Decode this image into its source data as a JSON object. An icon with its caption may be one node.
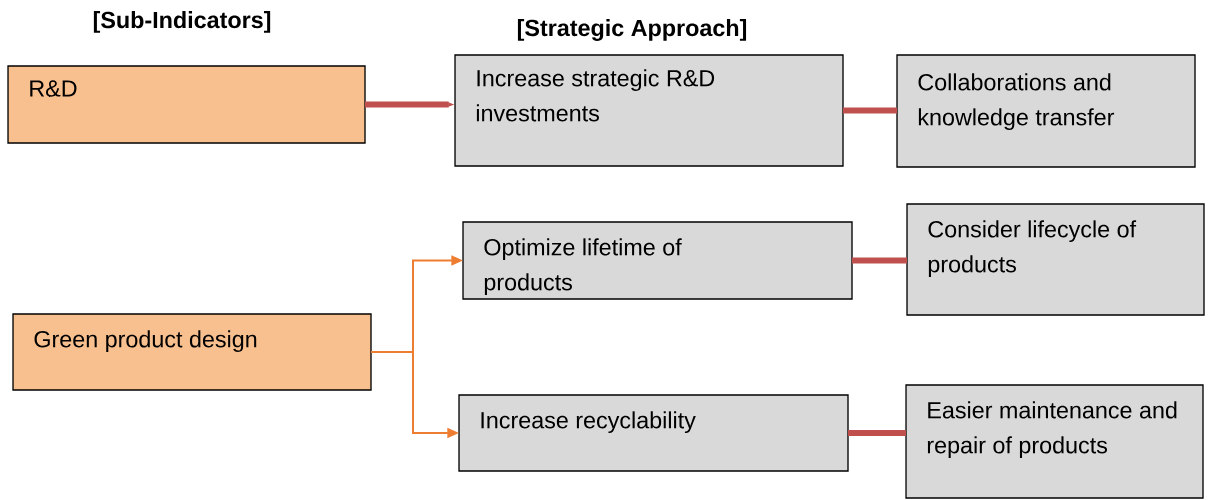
{
  "diagram": {
    "nodes": [
      {
        "text": [
          "R&D"
        ]
      },
      {
        "text": [
          "Increase strategic R&D investments"
        ]
      },
      {
        "text": [
          "Collaborations and knowledge transfer"
        ]
      },
      {
        "text": [
          "Green product design"
        ]
      },
      {
        "text": [
          "Optimize lifetime of products"
        ]
      },
      {
        "text": [
          "Consider lifecycle of products"
        ]
      },
      {
        "text": [
          "Increase recyclability"
        ]
      },
      {
        "text": [
          "Easier maintenance and repair of products"
        ]
      }
    ],
    "edges": [
      {
        "from": 0,
        "to": 1,
        "arrow": "to"
      },
      {
        "from": 1,
        "to": 2,
        "arrow": "none"
      },
      {
        "from": 3,
        "to": 4,
        "arrow": "to",
        "color": "#ed7d31"
      },
      {
        "from": 3,
        "to": 6,
        "arrow": "to",
        "color": "#ed7d31"
      },
      {
        "from": 4,
        "to": 5,
        "arrow": "none"
      },
      {
        "from": 6,
        "to": 7,
        "arrow": "none"
      }
    ],
    "labels": [
      "[Sub-Indicators]",
      "[Strategic Approach]"
    ]
  }
}
